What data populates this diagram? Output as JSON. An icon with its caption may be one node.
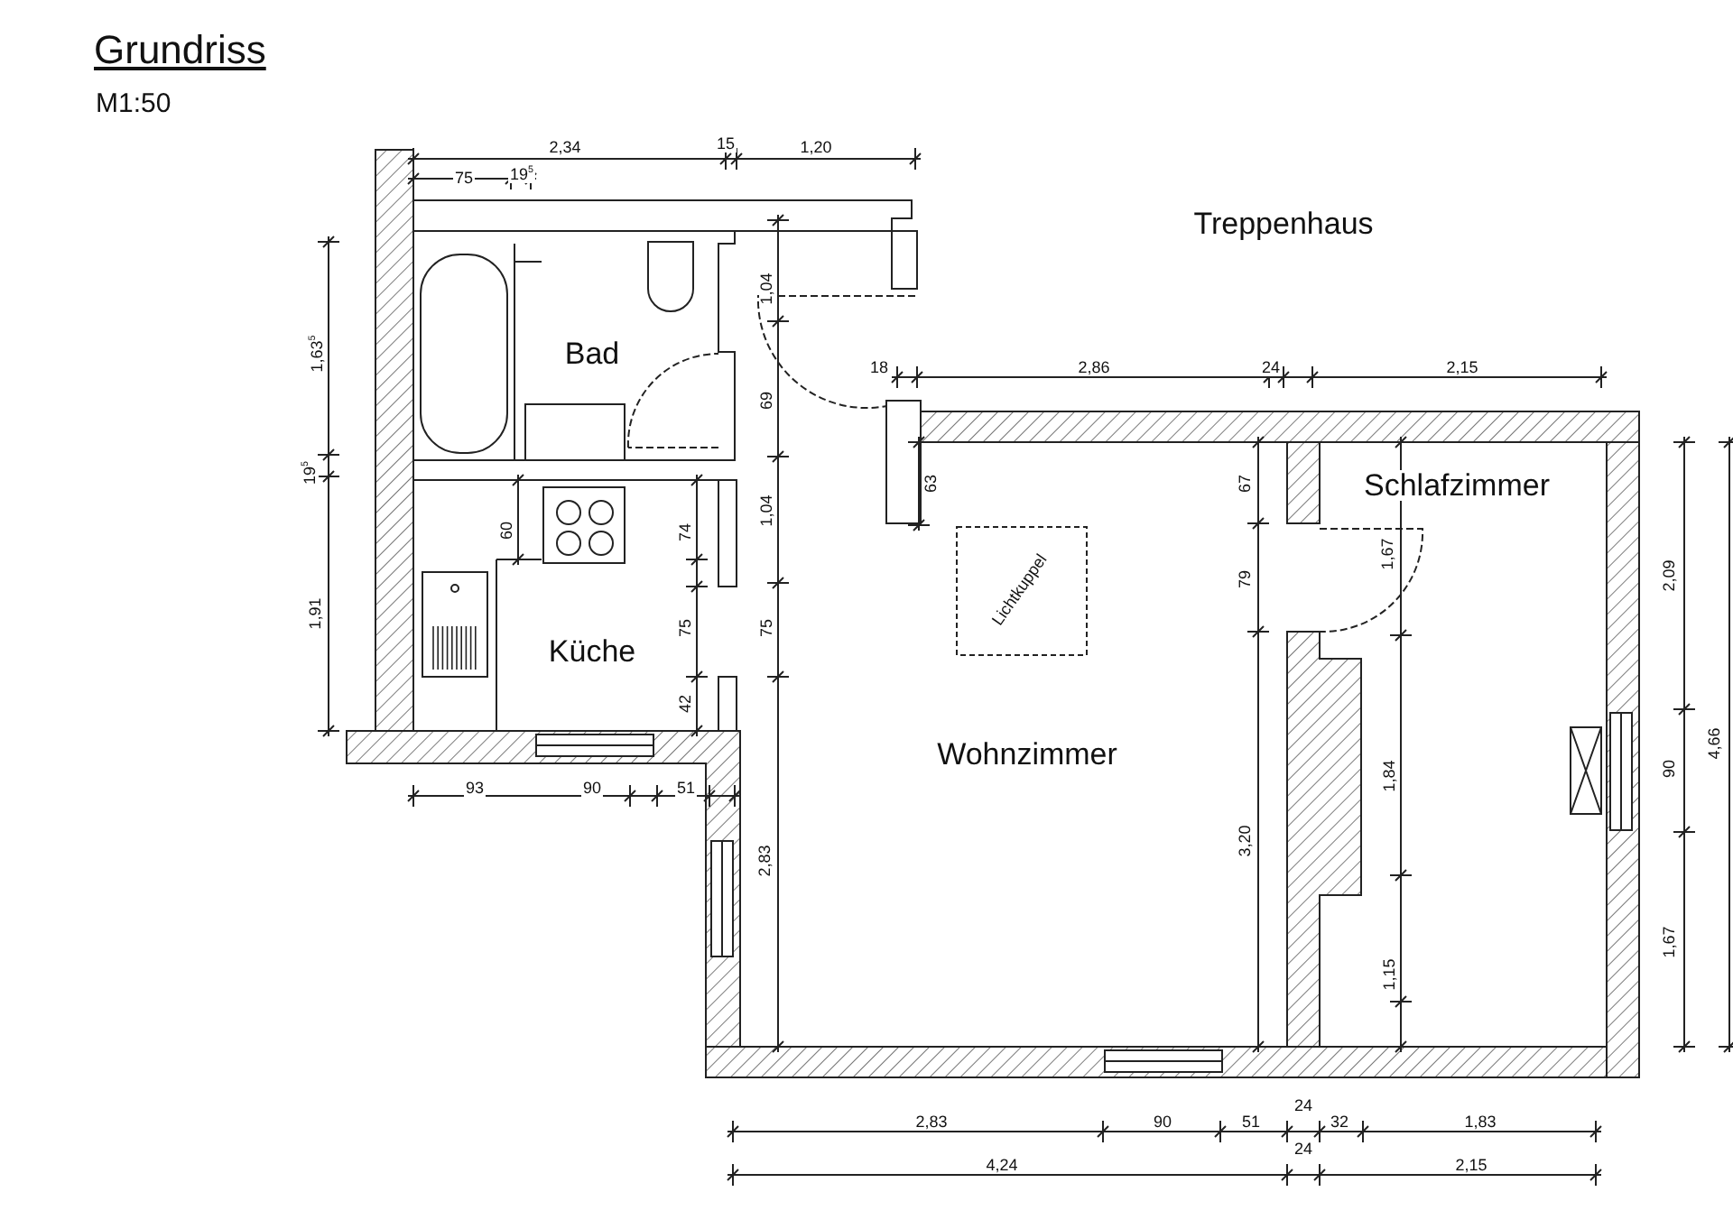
{
  "diagram": {
    "title": "Grundriss",
    "labels": [
      "M1:50",
      "2,34",
      "15",
      "1,20",
      "75",
      "19$^{5}$",
      "Treppenhaus",
      "1,04",
      "1,63$^{5}$",
      "Bad",
      "18",
      "2,86",
      "24",
      "2,15",
      "69",
      "63",
      "67",
      "Schlafzimmer",
      "19$^{5}$",
      "60",
      "74",
      "1,04",
      "2,09",
      "1,67",
      "79",
      "Lichtkuppel",
      "1,91",
      "75",
      "75",
      "Küche",
      "42",
      "Wohnzimmer",
      "4,66",
      "90",
      "93",
      "90",
      "51",
      "1,84",
      "3,20",
      "2,83",
      "1,67",
      "1,15",
      "2,83",
      "90",
      "51",
      "24",
      "32",
      "1,83",
      "24",
      "4,24",
      "2,15"
    ]
  }
}
